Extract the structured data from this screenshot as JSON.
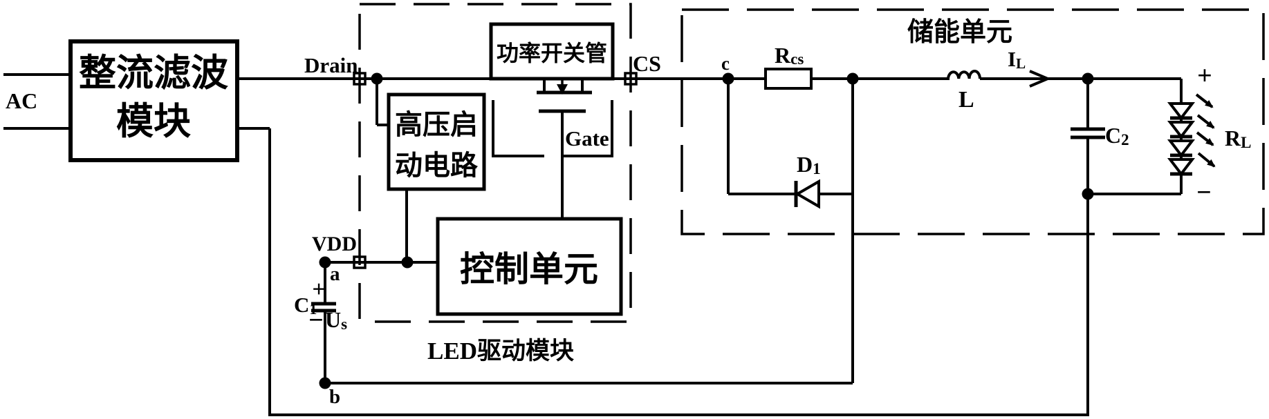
{
  "colors": {
    "ink": "#000000",
    "background": "#ffffff"
  },
  "blocks": {
    "rectifier_line1": "整流滤波",
    "rectifier_line2": "模块",
    "hv_startup_line1": "高压启",
    "hv_startup_line2": "动电路",
    "control_unit": "控制单元",
    "power_switch": "功率开关管",
    "storage_unit": "储能单元",
    "led_driver": "LED驱动模块"
  },
  "labels": {
    "ac": "AC",
    "drain": "Drain",
    "cs": "CS",
    "gate": "Gate",
    "vdd": "VDD",
    "node_a": "a",
    "node_b": "b",
    "node_c": "c",
    "r_cs_main": "R",
    "r_cs_sub": "cs",
    "d1_main": "D",
    "d1_sub": "1",
    "inductor": "L",
    "il_main": "I",
    "il_sub": "L",
    "c1_main": "C",
    "c1_sub": "1",
    "c2_main": "C",
    "c2_sub": "2",
    "us_main": "U",
    "us_sub": "s",
    "rl_main": "R",
    "rl_sub": "L",
    "c1_plus": "+",
    "c1_minus": "−",
    "led_plus": "+",
    "led_minus": "−"
  }
}
